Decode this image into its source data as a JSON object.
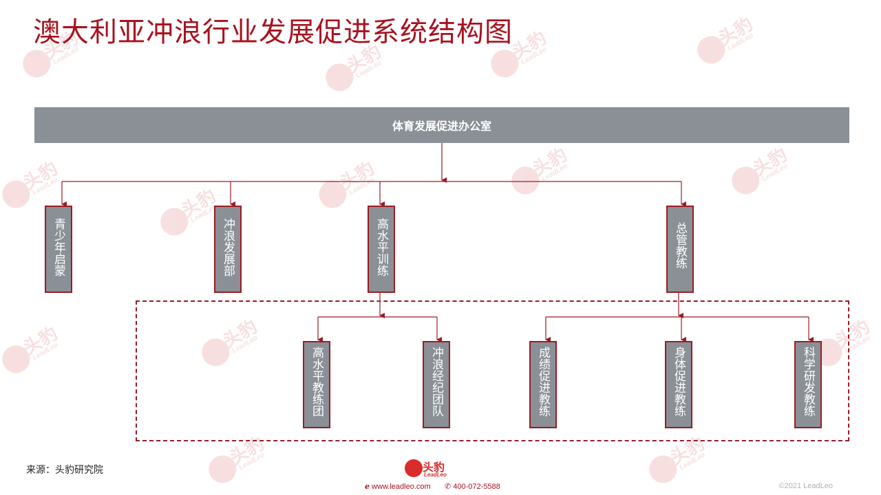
{
  "title": "澳大利亚冲浪行业发展促进系统结构图",
  "top_node": "体育发展促进办公室",
  "level2": [
    {
      "id": "youth",
      "label": "青少年启蒙"
    },
    {
      "id": "surf-dev",
      "label": "冲浪发展部"
    },
    {
      "id": "hp-training",
      "label": "高水平训练"
    },
    {
      "id": "head-coach",
      "label": "总管教练"
    }
  ],
  "level3": [
    {
      "id": "hp-team",
      "label": "高水平教练团",
      "parent": "hp-training"
    },
    {
      "id": "agent-team",
      "label": "冲浪经纪团队",
      "parent": "hp-training"
    },
    {
      "id": "perf-coach",
      "label": "成绩促进教练",
      "parent": "head-coach"
    },
    {
      "id": "body-coach",
      "label": "身体促进教练",
      "parent": "head-coach"
    },
    {
      "id": "sci-coach",
      "label": "科学研发教练",
      "parent": "head-coach"
    }
  ],
  "footer": {
    "source": "来源：头豹研究院",
    "logo_cn": "头豹",
    "logo_en": "LeadLeo",
    "website": "www.leadleo.com",
    "phone": "400-072-5588",
    "copyright": "©2021 LeadLeo"
  },
  "colors": {
    "title": "#a8121f",
    "box_fill": "#8a9096",
    "box_border": "#9b1b24",
    "connector": "#9b1b24"
  }
}
